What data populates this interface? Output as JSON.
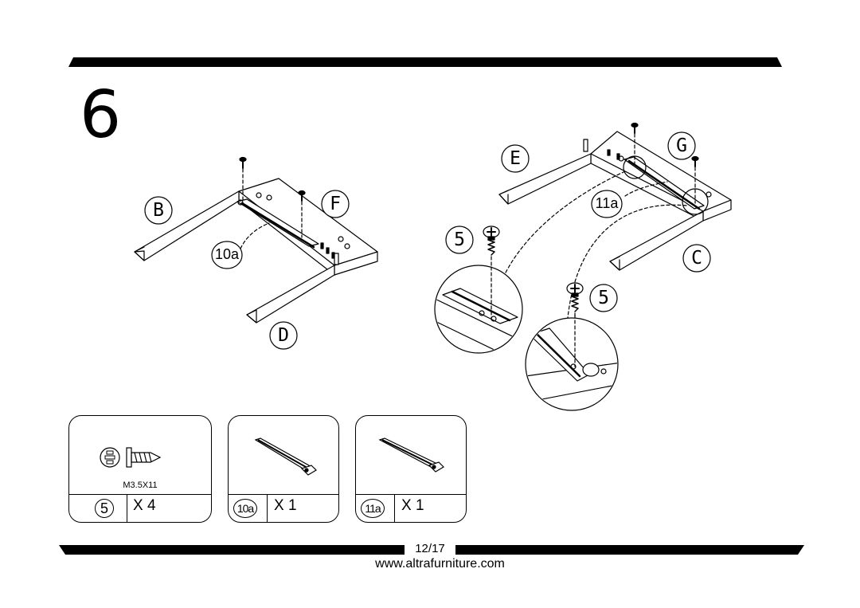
{
  "step": {
    "number": "6"
  },
  "labels": {
    "B": "B",
    "F": "F",
    "D": "D",
    "E": "E",
    "G": "G",
    "C": "C",
    "part_10a": "10a",
    "part_11a": "11a",
    "screw_5_a": "5",
    "screw_5_b": "5"
  },
  "parts": [
    {
      "id": "5",
      "qty": "X 4",
      "spec": "M3.5X11",
      "icon": "screw-icon"
    },
    {
      "id": "10a",
      "qty": "X 1",
      "icon": "bracket-10a-icon"
    },
    {
      "id": "11a",
      "qty": "X 1",
      "icon": "bracket-11a-icon"
    }
  ],
  "footer": {
    "page": "12/17",
    "website": "www.altrafurniture.com"
  }
}
